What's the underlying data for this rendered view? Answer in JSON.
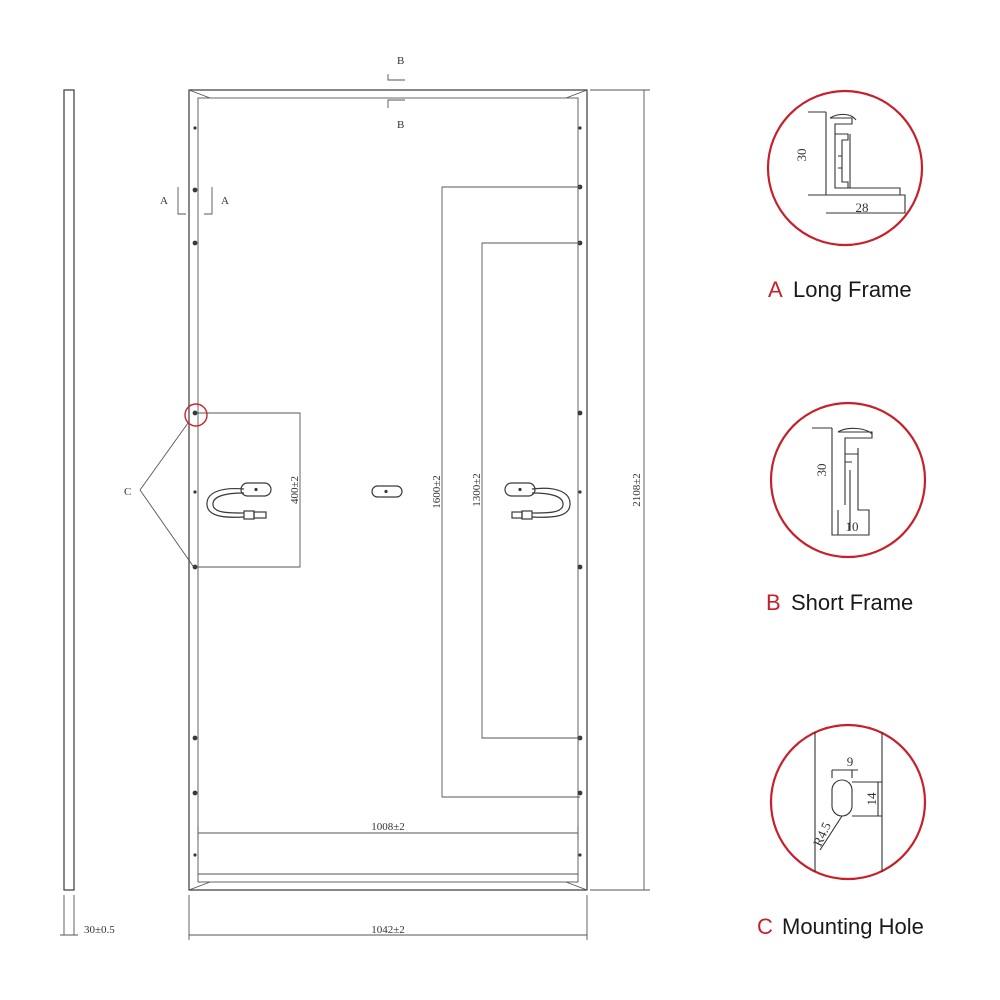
{
  "markers": {
    "section_a": "A",
    "section_b": "B",
    "section_c": "C"
  },
  "dimensions": {
    "thickness": "30±0.5",
    "width": "1042±2",
    "height": "2108±2",
    "inner_width": "1008±2",
    "short_span": "400±2",
    "outer_span": "1600±2",
    "inner_span": "1300±2"
  },
  "details": {
    "long_frame": {
      "letter": "A",
      "name": "Long Frame",
      "height_dim": "30",
      "width_dim": "28"
    },
    "short_frame": {
      "letter": "B",
      "name": "Short Frame",
      "height_dim": "30",
      "width_dim": "10"
    },
    "mounting_hole": {
      "letter": "C",
      "name": "Mounting Hole",
      "width_dim": "9",
      "height_dim": "14",
      "radius_dim": "R4.5"
    }
  },
  "colors": {
    "accent": "#c8202a",
    "line": "#3a3a3a"
  }
}
